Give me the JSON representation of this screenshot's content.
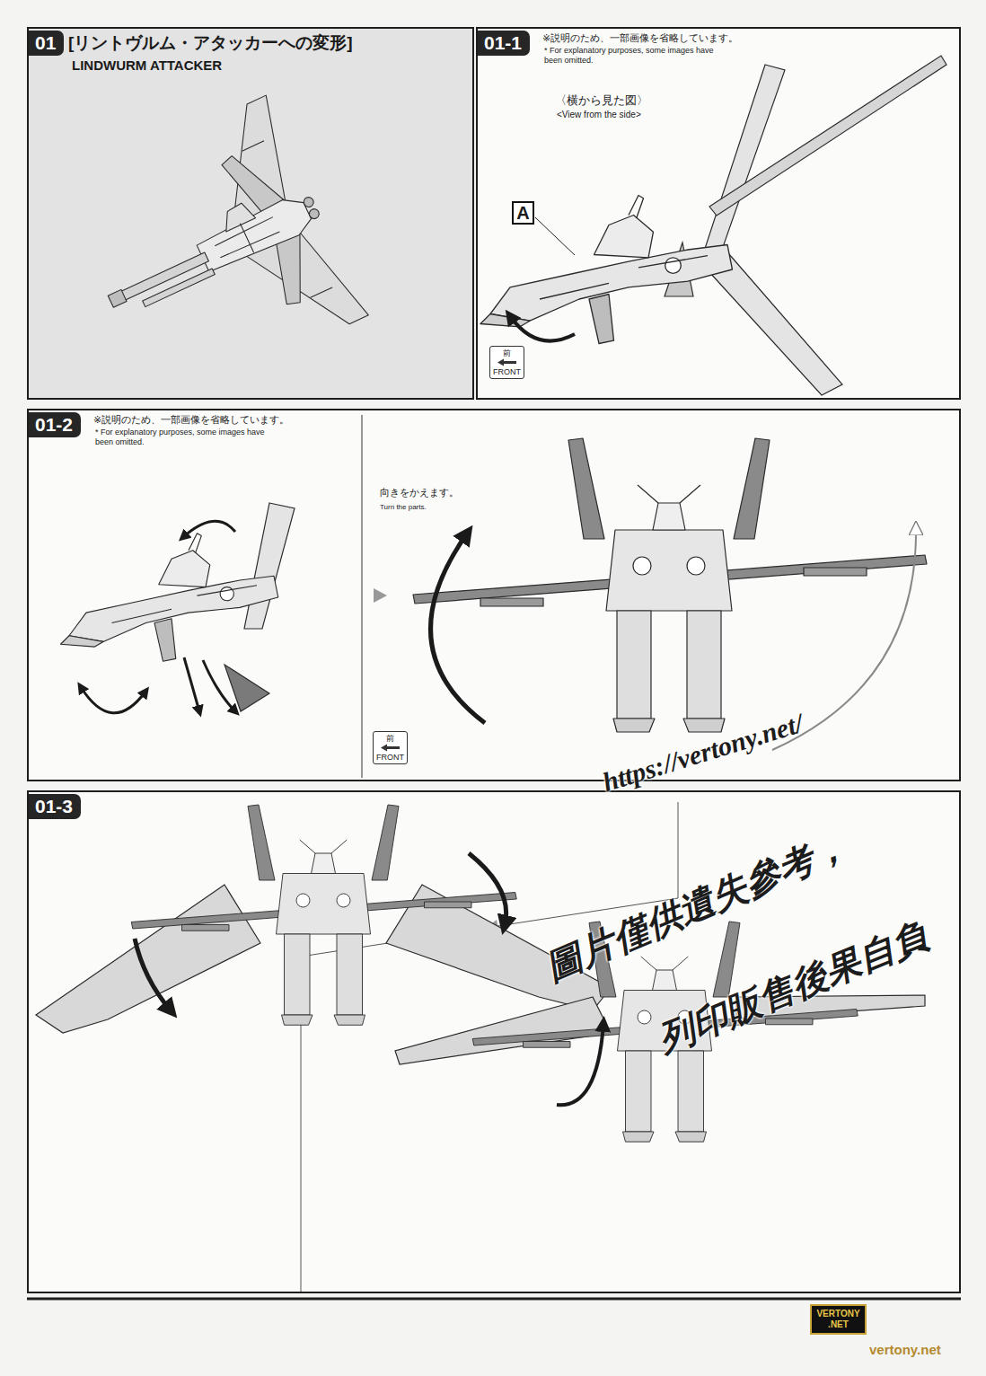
{
  "diagram": {
    "nodes": [
      {
        "text": [
          "01",
          "[リントヴルム・アタッカーへの変形]",
          "LINDWURM ATTACKER"
        ]
      },
      {
        "text": [
          "01-1",
          "※説明のため、一部画像を省略しています。",
          "* For explanatory purposes, some images have been omitted."
        ]
      },
      {
        "text": [
          "A"
        ],
        "in": 1
      },
      {
        "text": [
          "前",
          "FRONT"
        ],
        "in": 1
      },
      {
        "text": [
          "01-2",
          "※説明のため、一部画像を省略しています。",
          "* For explanatory purposes, some images have been omitted."
        ]
      },
      {
        "text": [
          "前",
          "FRONT"
        ],
        "in": 4
      },
      {
        "text": [
          "01-3"
        ]
      },
      {
        "text": [
          "VERTONY",
          ".NET"
        ]
      }
    ],
    "labels": [
      "〈横から見た図〉",
      "<View from the side>",
      "向きをかえます。",
      "Turn the parts.",
      "https://vertony.net/",
      "圖片僅供遺失參考，",
      "列印販售後果自負",
      "vertony.net"
    ]
  }
}
